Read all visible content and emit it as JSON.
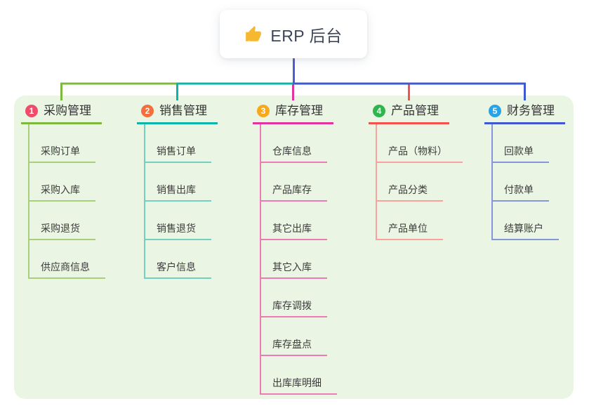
{
  "canvas": {
    "background": "#ffffff",
    "panel_background": "#eaf6e3"
  },
  "root": {
    "label": "ERP 后台",
    "icon": "thumbs-up-icon",
    "icon_color": "#f5b82e",
    "connector_color": "#4c5cd4"
  },
  "branches": [
    {
      "badge": "1",
      "label": "采购管理",
      "badge_color": "#ee4c6a",
      "line_color": "#7cb93e",
      "sub_line_color": "#a9cf7d",
      "children": [
        "采购订单",
        "采购入库",
        "采购退货",
        "供应商信息"
      ]
    },
    {
      "badge": "2",
      "label": "销售管理",
      "badge_color": "#f3703c",
      "line_color": "#0ab6aa",
      "sub_line_color": "#74cfc3",
      "children": [
        "销售订单",
        "销售出库",
        "销售退货",
        "客户信息"
      ]
    },
    {
      "badge": "3",
      "label": "库存管理",
      "badge_color": "#f9a81a",
      "line_color": "#e0359c",
      "sub_line_color": "#ef7ab8",
      "children": [
        "仓库信息",
        "产品库存",
        "其它出库",
        "其它入库",
        "库存调拨",
        "库存盘点",
        "出库库明细"
      ]
    },
    {
      "badge": "4",
      "label": "产品管理",
      "badge_color": "#2fb44e",
      "line_color": "#f6524d",
      "sub_line_color": "#f9a19c",
      "children": [
        "产品（物料）",
        "产品分类",
        "产品单位"
      ]
    },
    {
      "badge": "5",
      "label": "财务管理",
      "badge_color": "#29a3e5",
      "line_color": "#3d58d0",
      "sub_line_color": "#8496dc",
      "children": [
        "回款单",
        "付款单",
        "结算账户"
      ]
    }
  ]
}
